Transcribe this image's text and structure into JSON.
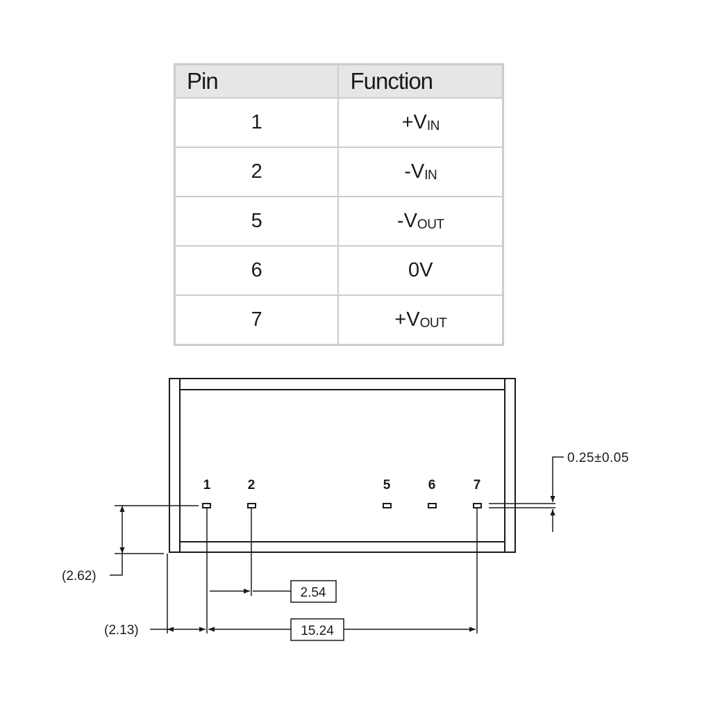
{
  "pin_table": {
    "headers": {
      "pin": "Pin",
      "function": "Function"
    },
    "rows": [
      {
        "pin": "1",
        "function_base": "+V",
        "function_sub": "IN"
      },
      {
        "pin": "2",
        "function_base": "-V",
        "function_sub": "IN"
      },
      {
        "pin": "5",
        "function_base": "-V",
        "function_sub": "OUT"
      },
      {
        "pin": "6",
        "function_base": "0V",
        "function_sub": ""
      },
      {
        "pin": "7",
        "function_base": "+V",
        "function_sub": "OUT"
      }
    ]
  },
  "drawing": {
    "pin_numbers": [
      "1",
      "2",
      "5",
      "6",
      "7"
    ],
    "dimensions": {
      "pin_width": "0.25±0.05",
      "pin_height": "(2.62)",
      "edge_offset": "(2.13)",
      "pitch": "2.54",
      "span": "15.24"
    }
  },
  "colors": {
    "table_border": "#cccccc",
    "header_bg": "#e6e6e6",
    "line": "#1a1a1a"
  }
}
